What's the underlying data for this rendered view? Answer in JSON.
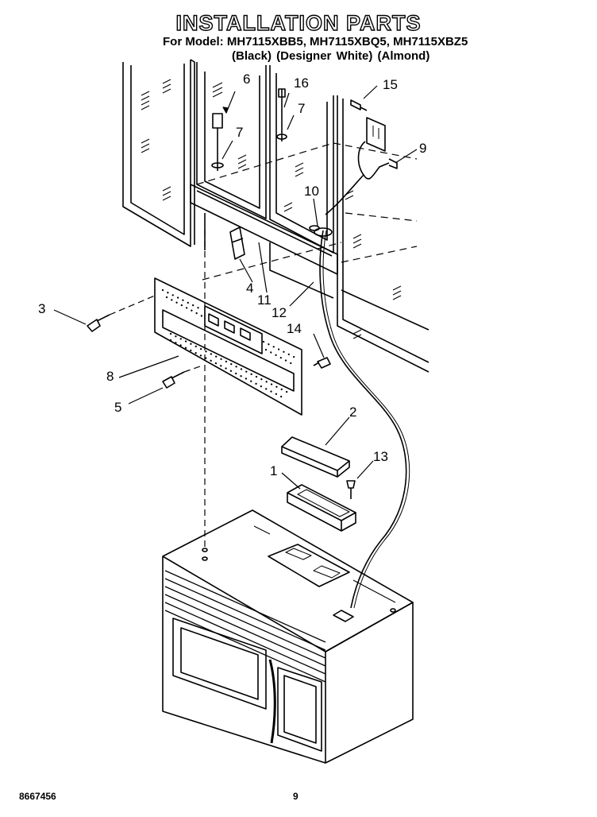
{
  "header": {
    "title": "INSTALLATION PARTS",
    "models_line": "For Model: MH7115XBB5, MH7115XBQ5, MH7115XBZ5",
    "colors_line": "(Black)   (Designer White)  (Almond)"
  },
  "callouts": [
    "1",
    "2",
    "3",
    "4",
    "5",
    "6",
    "7",
    "7",
    "8",
    "9",
    "10",
    "11",
    "12",
    "13",
    "14",
    "15",
    "16"
  ],
  "footer": {
    "doc_number": "8667456",
    "page_number": "9"
  }
}
